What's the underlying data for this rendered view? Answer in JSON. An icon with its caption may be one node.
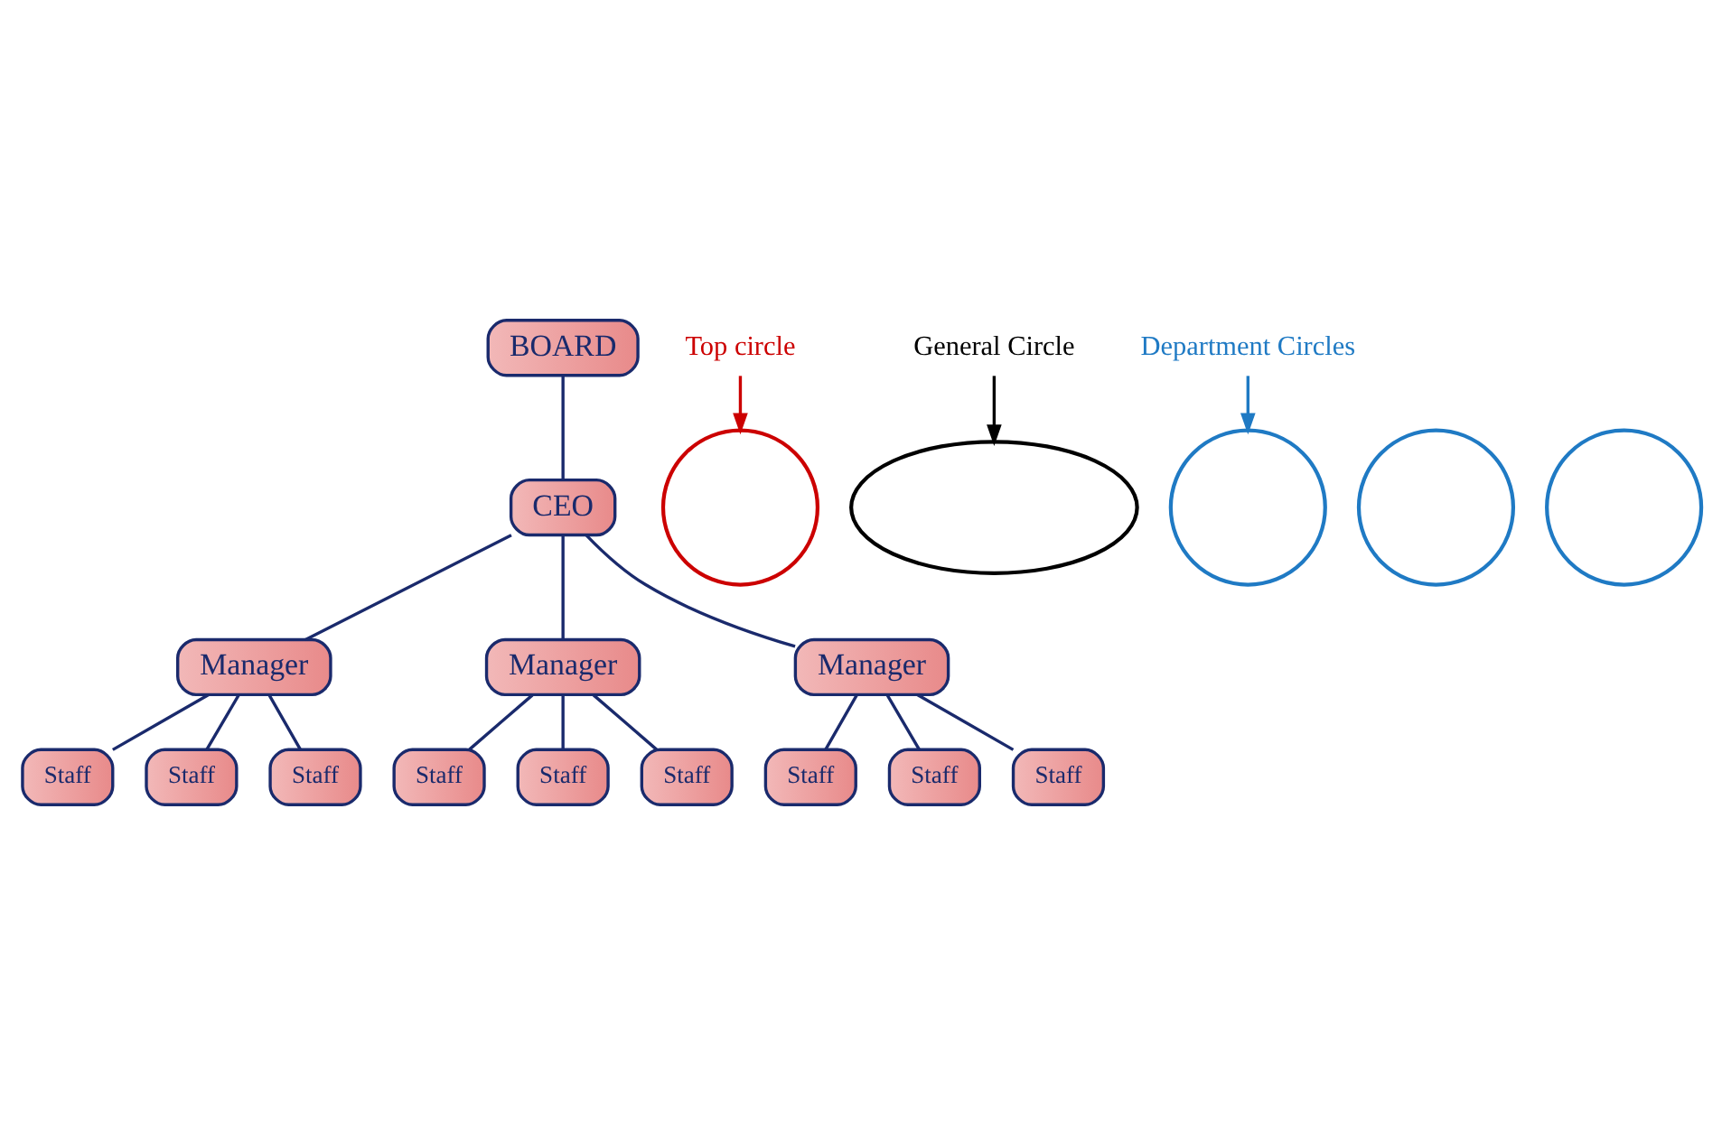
{
  "diagram": {
    "nodes": [
      {
        "text": [
          "BOARD"
        ]
      },
      {
        "text": [
          "CEO"
        ]
      },
      {
        "text": [
          "Manager"
        ]
      },
      {
        "text": [
          "Manager"
        ]
      },
      {
        "text": [
          "Manager"
        ]
      },
      {
        "text": [
          "Staff"
        ]
      },
      {
        "text": [
          "Staff"
        ]
      },
      {
        "text": [
          "Staff"
        ]
      },
      {
        "text": [
          "Staff"
        ]
      },
      {
        "text": [
          "Staff"
        ]
      },
      {
        "text": [
          "Staff"
        ]
      },
      {
        "text": [
          "Staff"
        ]
      },
      {
        "text": [
          "Staff"
        ]
      },
      {
        "text": [
          "Staff"
        ]
      },
      {
        "text": [],
        "shape": "circle"
      },
      {
        "text": [],
        "shape": "ellipse"
      },
      {
        "text": [],
        "shape": "circle"
      },
      {
        "text": [],
        "shape": "circle"
      },
      {
        "text": [],
        "shape": "circle"
      },
      {
        "text": [
          "Top circle"
        ]
      },
      {
        "text": [
          "General Circle"
        ]
      },
      {
        "text": [
          "Department Circles"
        ]
      }
    ],
    "edges": [
      {
        "from": 0,
        "to": 1,
        "arrow": "none"
      },
      {
        "from": 1,
        "to": 2,
        "arrow": "none"
      },
      {
        "from": 1,
        "to": 3,
        "arrow": "none"
      },
      {
        "from": 1,
        "to": 4,
        "arrow": "none"
      },
      {
        "from": 2,
        "to": 5,
        "arrow": "none"
      },
      {
        "from": 2,
        "to": 6,
        "arrow": "none"
      },
      {
        "from": 2,
        "to": 7,
        "arrow": "none"
      },
      {
        "from": 3,
        "to": 8,
        "arrow": "none"
      },
      {
        "from": 3,
        "to": 9,
        "arrow": "none"
      },
      {
        "from": 3,
        "to": 10,
        "arrow": "none"
      },
      {
        "from": 4,
        "to": 11,
        "arrow": "none"
      },
      {
        "from": 4,
        "to": 12,
        "arrow": "none"
      },
      {
        "from": 4,
        "to": 13,
        "arrow": "none"
      },
      {
        "from": 19,
        "to": 14,
        "arrow": "to",
        "color": "#cc0000"
      },
      {
        "from": 20,
        "to": 15,
        "arrow": "to",
        "color": "#000000"
      },
      {
        "from": 21,
        "to": 16,
        "arrow": "to",
        "color": "#1f7ac4"
      }
    ]
  }
}
